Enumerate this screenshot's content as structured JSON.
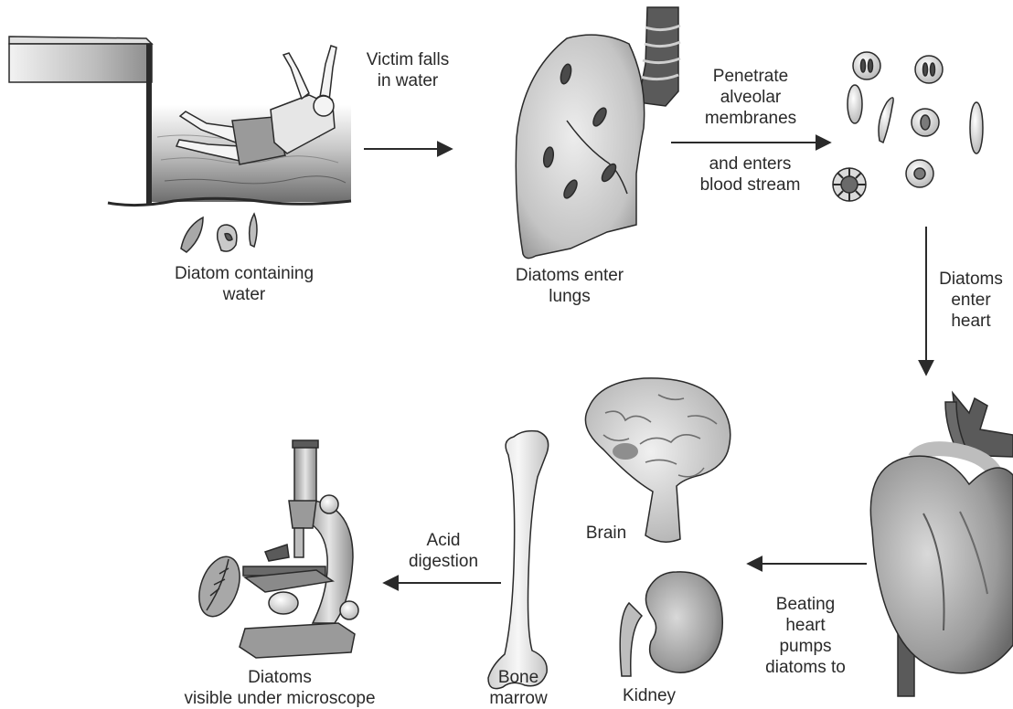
{
  "labels": {
    "water": [
      "Diatom containing",
      "water"
    ],
    "victim": [
      "Victim falls",
      "in water"
    ],
    "lungs": [
      "Diatoms enter",
      "lungs"
    ],
    "penetrate": [
      "Penetrate",
      "alveolar",
      "membranes"
    ],
    "enters_blood": [
      "and enters",
      "blood stream"
    ],
    "enter_heart": [
      "Diatoms",
      "enter",
      "heart"
    ],
    "beating": [
      "Beating",
      "heart",
      "pumps",
      "diatoms to"
    ],
    "brain": "Brain",
    "kidney": "Kidney",
    "bone_marrow": [
      "Bone",
      "marrow"
    ],
    "acid": [
      "Acid",
      "digestion"
    ],
    "microscope": [
      "Diatoms",
      "visible under microscope"
    ]
  },
  "icons": [
    "diving-board",
    "falling-victim",
    "water-body",
    "diatoms",
    "lung",
    "trachea",
    "blood-cells",
    "heart",
    "brain",
    "kidney",
    "femur-bone",
    "microscope"
  ],
  "colors": {
    "ink": "#2a2a2a",
    "fill_light": "#d6d6d6",
    "fill_mid": "#a8a8a8",
    "fill_dark": "#5a5a5a"
  }
}
